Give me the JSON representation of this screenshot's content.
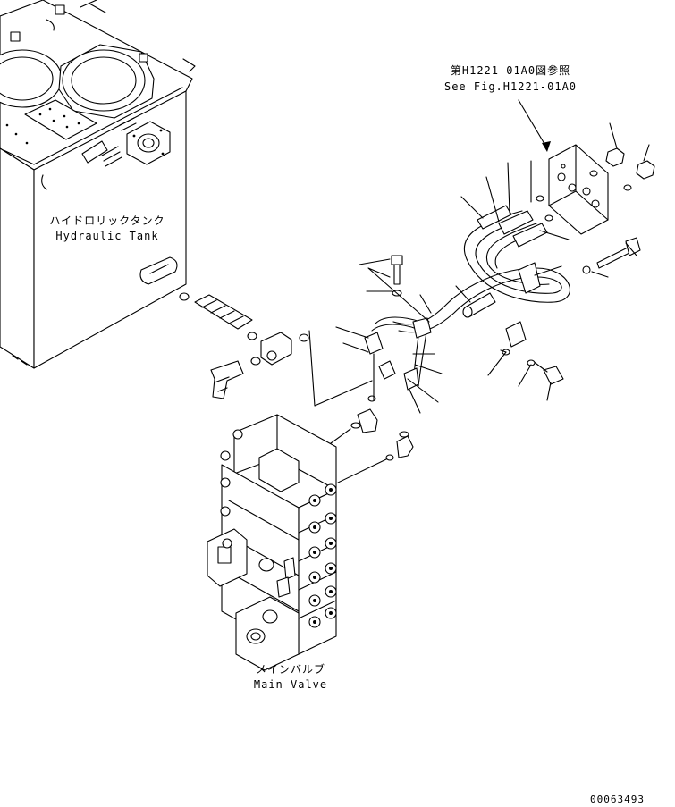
{
  "diagram": {
    "reference": {
      "jp": "第H1221-01A0図参照",
      "en": "See Fig.H1221-01A0"
    },
    "hydraulic_tank": {
      "jp": "ハイドロリックタンク",
      "en": "Hydraulic Tank"
    },
    "main_valve": {
      "jp": "メインバルブ",
      "en": "Main Valve"
    },
    "drawing_number": "00063493"
  }
}
